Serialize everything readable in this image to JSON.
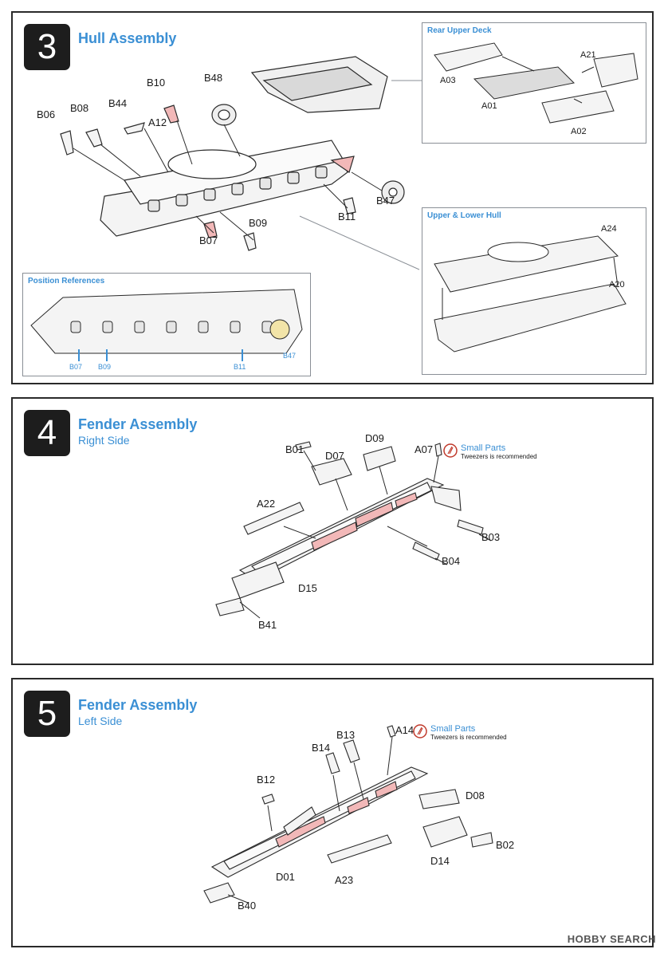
{
  "steps": [
    {
      "number": "3",
      "title": "Hull Assembly",
      "subtitle": "",
      "labels": [
        "B10",
        "B48",
        "B06",
        "B08",
        "B44",
        "A12",
        "B47",
        "B11",
        "B09",
        "B07"
      ],
      "insets": [
        {
          "title": "Rear Upper Deck",
          "labels": [
            "A21",
            "A03",
            "A01",
            "A02"
          ]
        },
        {
          "title": "Upper & Lower Hull",
          "labels": [
            "A24",
            "A20"
          ]
        },
        {
          "title": "Position References",
          "labels": [
            "B07",
            "B09",
            "B11",
            "B47"
          ]
        }
      ]
    },
    {
      "number": "4",
      "title": "Fender Assembly",
      "subtitle": "Right Side",
      "labels": [
        "B01",
        "D07",
        "D09",
        "A07",
        "A22",
        "B03",
        "B04",
        "D15",
        "B41"
      ],
      "note": {
        "title": "Small Parts",
        "text": "Tweezers is recommended"
      }
    },
    {
      "number": "5",
      "title": "Fender Assembly",
      "subtitle": "Left Side",
      "labels": [
        "A14",
        "B13",
        "B14",
        "B12",
        "D08",
        "B02",
        "D14",
        "D01",
        "A23",
        "B40"
      ],
      "note": {
        "title": "Small Parts",
        "text": "Tweezers is recommended"
      }
    }
  ],
  "watermark": "HOBBY SEARCH",
  "colors": {
    "accent": "#3a8fd4",
    "highlight": "#f2b8b8",
    "dark": "#1d1d1d",
    "line": "#2a2a2a"
  }
}
